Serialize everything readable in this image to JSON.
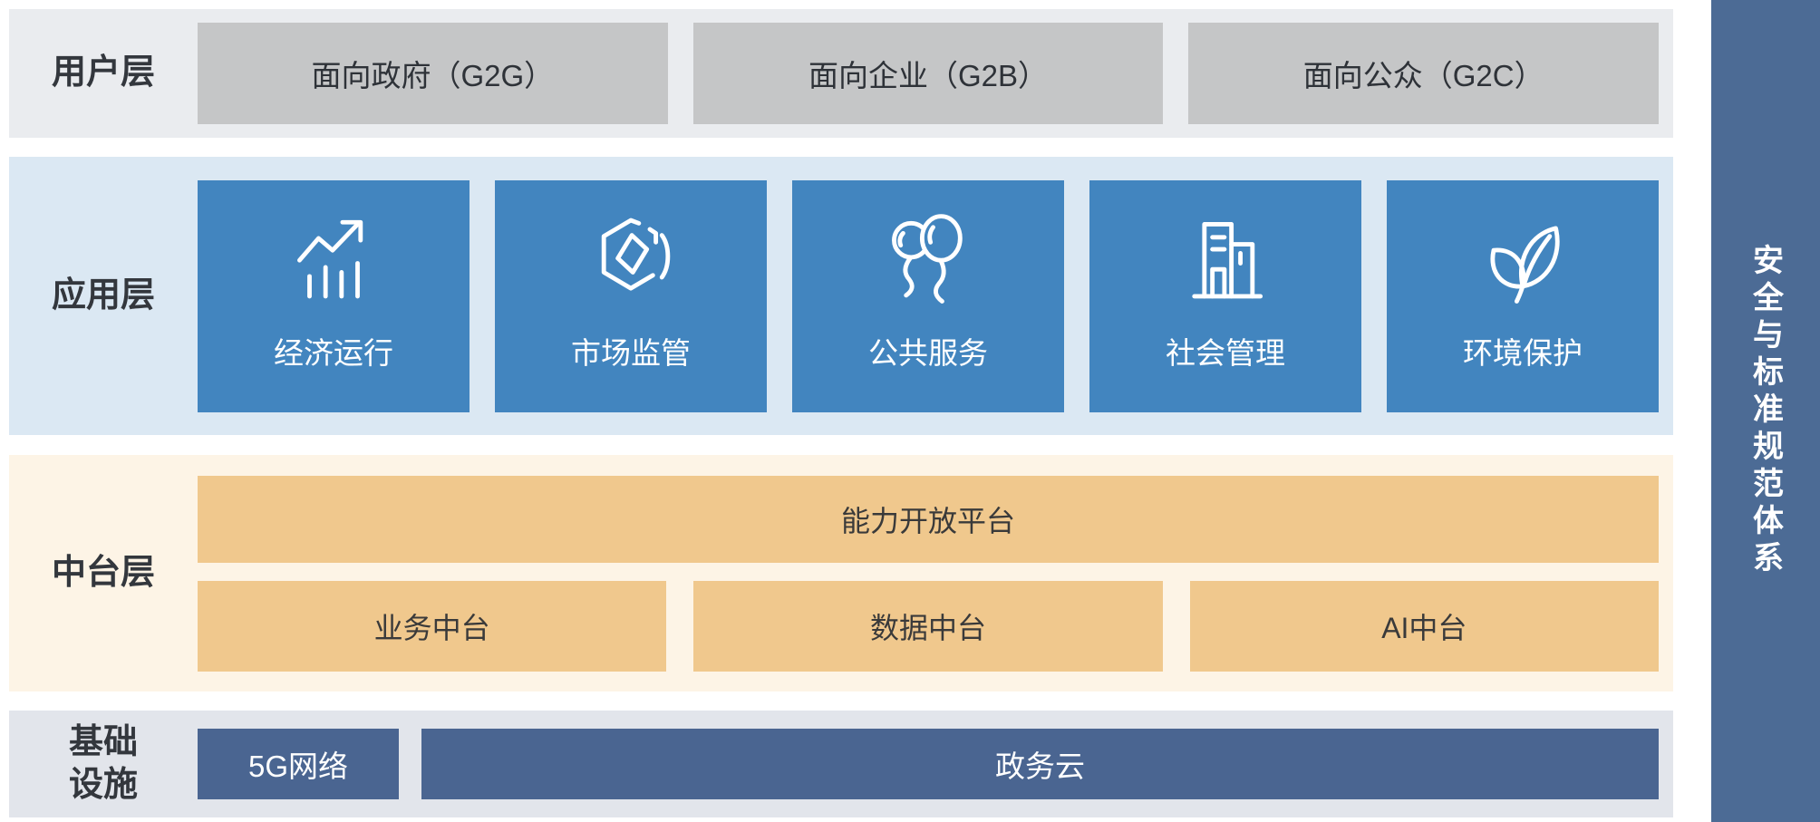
{
  "sidebar": {
    "label": "安全与标准规范体系"
  },
  "layers": {
    "user": {
      "label": "用户层",
      "boxes": [
        "面向政府（G2G）",
        "面向企业（G2B）",
        "面向公众（G2C）"
      ]
    },
    "app": {
      "label": "应用层",
      "cards": [
        {
          "icon": "trend-chart-icon",
          "label": "经济运行"
        },
        {
          "icon": "hexagon-cube-icon",
          "label": "市场监管"
        },
        {
          "icon": "balloons-icon",
          "label": "公共服务"
        },
        {
          "icon": "buildings-icon",
          "label": "社会管理"
        },
        {
          "icon": "leaf-icon",
          "label": "环境保护"
        }
      ]
    },
    "platform": {
      "label": "中台层",
      "wide_box": "能力开放平台",
      "boxes": [
        "业务中台",
        "数据中台",
        "AI中台"
      ]
    },
    "infra": {
      "label_line1": "基础",
      "label_line2": "设施",
      "boxes": [
        "5G网络",
        "政务云"
      ]
    }
  },
  "colors": {
    "user_band_bg": "#eaecef",
    "user_box_bg": "#c5c6c7",
    "app_band_bg": "#dbe8f3",
    "app_card_bg": "#4285bf",
    "platform_band_bg": "#fdf4e6",
    "platform_box_bg": "#f0c88d",
    "infra_band_bg": "#e2e5eb",
    "infra_box_bg": "#4a6591",
    "sidebar_bg": "#4c6b95",
    "label_text": "#33373d"
  }
}
